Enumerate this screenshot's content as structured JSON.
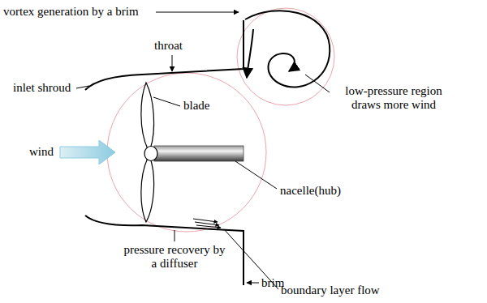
{
  "diagram": {
    "labels": [
      "vortex generation by a brim",
      "throat",
      "low-pressure region draws more wind",
      "inlet shroud",
      "blade",
      "wind",
      "nacelle(hub)",
      "pressure recovery by a diffuser",
      "brim",
      "boundary layer flow"
    ]
  }
}
